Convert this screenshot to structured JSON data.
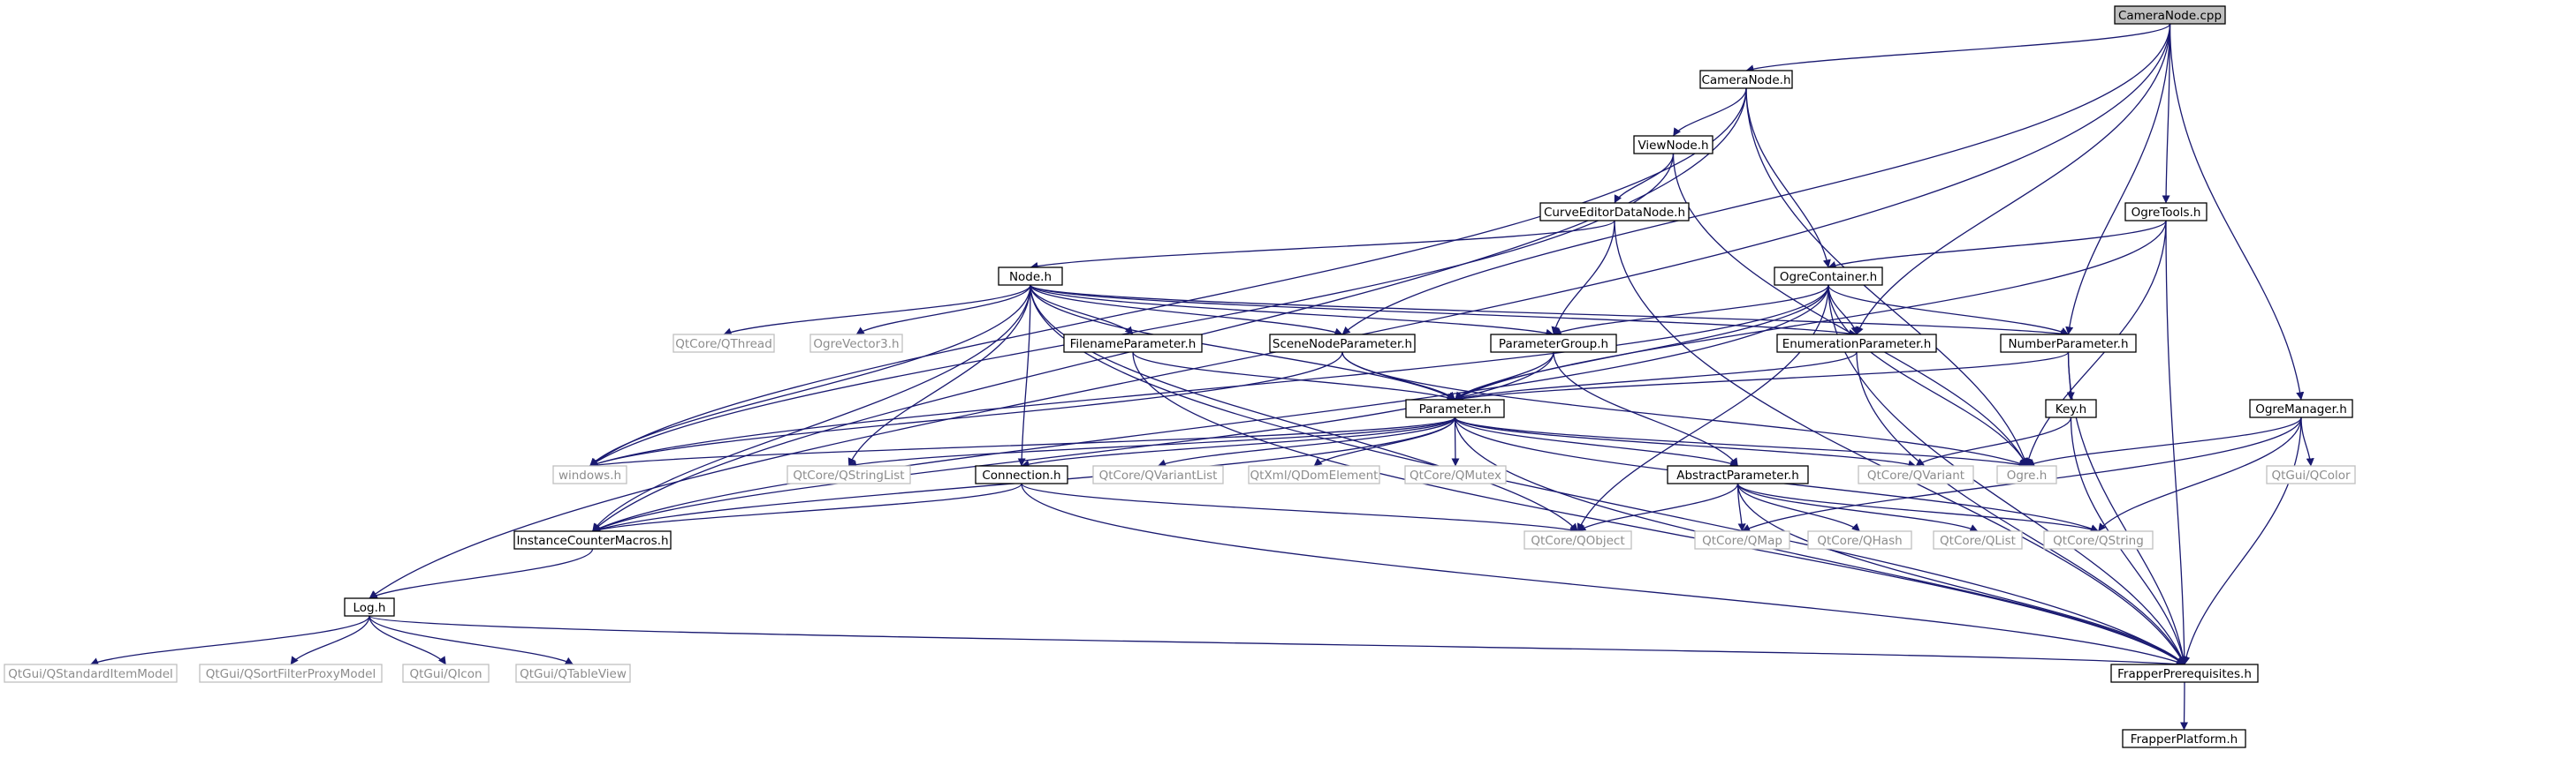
{
  "colors": {
    "edge": "#191970",
    "node_border": "#000000",
    "node_text": "#000000",
    "external_border": "#bfbfbf",
    "external_text": "#8c8c8c",
    "root_fill": "#bfbfbf",
    "node_fill": "#ffffff"
  },
  "nodes": [
    {
      "id": "cameranode_cpp",
      "label": "CameraNode.cpp",
      "kind": "root"
    },
    {
      "id": "cameranode_h",
      "label": "CameraNode.h",
      "kind": "local"
    },
    {
      "id": "viewnode_h",
      "label": "ViewNode.h",
      "kind": "local"
    },
    {
      "id": "curveeditordatanode_h",
      "label": "CurveEditorDataNode.h",
      "kind": "local"
    },
    {
      "id": "ogretools_h",
      "label": "OgreTools.h",
      "kind": "local"
    },
    {
      "id": "node_h",
      "label": "Node.h",
      "kind": "local"
    },
    {
      "id": "ogrecontainer_h",
      "label": "OgreContainer.h",
      "kind": "local"
    },
    {
      "id": "qthread",
      "label": "QtCore/QThread",
      "kind": "external"
    },
    {
      "id": "ogrevector3_h",
      "label": "OgreVector3.h",
      "kind": "external"
    },
    {
      "id": "filenameparameter_h",
      "label": "FilenameParameter.h",
      "kind": "local"
    },
    {
      "id": "scenenodeparameter_h",
      "label": "SceneNodeParameter.h",
      "kind": "local"
    },
    {
      "id": "parametergroup_h",
      "label": "ParameterGroup.h",
      "kind": "local"
    },
    {
      "id": "enumerationparameter_h",
      "label": "EnumerationParameter.h",
      "kind": "local"
    },
    {
      "id": "numberparameter_h",
      "label": "NumberParameter.h",
      "kind": "local"
    },
    {
      "id": "parameter_h",
      "label": "Parameter.h",
      "kind": "local"
    },
    {
      "id": "key_h",
      "label": "Key.h",
      "kind": "local"
    },
    {
      "id": "ogremanager_h",
      "label": "OgreManager.h",
      "kind": "local"
    },
    {
      "id": "windows_h",
      "label": "windows.h",
      "kind": "external"
    },
    {
      "id": "qstringlist",
      "label": "QtCore/QStringList",
      "kind": "external"
    },
    {
      "id": "connection_h",
      "label": "Connection.h",
      "kind": "local"
    },
    {
      "id": "qvariantlist",
      "label": "QtCore/QVariantList",
      "kind": "external"
    },
    {
      "id": "qdomelement",
      "label": "QtXml/QDomElement",
      "kind": "external"
    },
    {
      "id": "qmutex",
      "label": "QtCore/QMutex",
      "kind": "external"
    },
    {
      "id": "abstractparameter_h",
      "label": "AbstractParameter.h",
      "kind": "local"
    },
    {
      "id": "qvariant",
      "label": "QtCore/QVariant",
      "kind": "external"
    },
    {
      "id": "ogre_h",
      "label": "Ogre.h",
      "kind": "external"
    },
    {
      "id": "qcolor",
      "label": "QtGui/QColor",
      "kind": "external"
    },
    {
      "id": "instancecountermacros_h",
      "label": "InstanceCounterMacros.h",
      "kind": "local"
    },
    {
      "id": "qobject",
      "label": "QtCore/QObject",
      "kind": "external"
    },
    {
      "id": "qmap",
      "label": "QtCore/QMap",
      "kind": "external"
    },
    {
      "id": "qhash",
      "label": "QtCore/QHash",
      "kind": "external"
    },
    {
      "id": "qlist",
      "label": "QtCore/QList",
      "kind": "external"
    },
    {
      "id": "qstring",
      "label": "QtCore/QString",
      "kind": "external"
    },
    {
      "id": "log_h",
      "label": "Log.h",
      "kind": "local"
    },
    {
      "id": "qstandarditemmodel",
      "label": "QtGui/QStandardItemModel",
      "kind": "external"
    },
    {
      "id": "qsortfilterproxymodel",
      "label": "QtGui/QSortFilterProxyModel",
      "kind": "external"
    },
    {
      "id": "qicon",
      "label": "QtGui/QIcon",
      "kind": "external"
    },
    {
      "id": "qtableview",
      "label": "QtGui/QTableView",
      "kind": "external"
    },
    {
      "id": "frapperprerequisites_h",
      "label": "FrapperPrerequisites.h",
      "kind": "local"
    },
    {
      "id": "frapperplatform_h",
      "label": "FrapperPlatform.h",
      "kind": "local"
    }
  ],
  "edges": [
    {
      "from": "cameranode_cpp",
      "to": "cameranode_h"
    },
    {
      "from": "cameranode_cpp",
      "to": "log_h"
    },
    {
      "from": "cameranode_cpp",
      "to": "scenenodeparameter_h"
    },
    {
      "from": "cameranode_cpp",
      "to": "ogretools_h"
    },
    {
      "from": "cameranode_cpp",
      "to": "enumerationparameter_h"
    },
    {
      "from": "cameranode_cpp",
      "to": "numberparameter_h"
    },
    {
      "from": "cameranode_cpp",
      "to": "ogremanager_h"
    },
    {
      "from": "cameranode_h",
      "to": "viewnode_h"
    },
    {
      "from": "cameranode_h",
      "to": "ogrecontainer_h"
    },
    {
      "from": "cameranode_h",
      "to": "windows_h"
    },
    {
      "from": "cameranode_h",
      "to": "instancecountermacros_h"
    },
    {
      "from": "cameranode_h",
      "to": "ogre_h"
    },
    {
      "from": "viewnode_h",
      "to": "curveeditordatanode_h"
    },
    {
      "from": "viewnode_h",
      "to": "ogre_h"
    },
    {
      "from": "viewnode_h",
      "to": "windows_h"
    },
    {
      "from": "curveeditordatanode_h",
      "to": "node_h"
    },
    {
      "from": "curveeditordatanode_h",
      "to": "parametergroup_h"
    },
    {
      "from": "curveeditordatanode_h",
      "to": "frapperprerequisites_h"
    },
    {
      "from": "ogretools_h",
      "to": "ogrecontainer_h"
    },
    {
      "from": "ogretools_h",
      "to": "parameter_h"
    },
    {
      "from": "ogretools_h",
      "to": "ogre_h"
    },
    {
      "from": "ogretools_h",
      "to": "frapperprerequisites_h"
    },
    {
      "from": "node_h",
      "to": "qthread"
    },
    {
      "from": "node_h",
      "to": "ogrevector3_h"
    },
    {
      "from": "node_h",
      "to": "filenameparameter_h"
    },
    {
      "from": "node_h",
      "to": "scenenodeparameter_h"
    },
    {
      "from": "node_h",
      "to": "parametergroup_h"
    },
    {
      "from": "node_h",
      "to": "enumerationparameter_h"
    },
    {
      "from": "node_h",
      "to": "numberparameter_h"
    },
    {
      "from": "node_h",
      "to": "parameter_h"
    },
    {
      "from": "node_h",
      "to": "connection_h"
    },
    {
      "from": "node_h",
      "to": "windows_h"
    },
    {
      "from": "node_h",
      "to": "qstringlist"
    },
    {
      "from": "node_h",
      "to": "instancecountermacros_h"
    },
    {
      "from": "node_h",
      "to": "qobject"
    },
    {
      "from": "node_h",
      "to": "frapperprerequisites_h"
    },
    {
      "from": "ogrecontainer_h",
      "to": "parametergroup_h"
    },
    {
      "from": "ogrecontainer_h",
      "to": "numberparameter_h"
    },
    {
      "from": "ogrecontainer_h",
      "to": "enumerationparameter_h"
    },
    {
      "from": "ogrecontainer_h",
      "to": "parameter_h"
    },
    {
      "from": "ogrecontainer_h",
      "to": "windows_h"
    },
    {
      "from": "ogrecontainer_h",
      "to": "instancecountermacros_h"
    },
    {
      "from": "ogrecontainer_h",
      "to": "qobject"
    },
    {
      "from": "ogrecontainer_h",
      "to": "ogre_h"
    },
    {
      "from": "ogrecontainer_h",
      "to": "frapperprerequisites_h"
    },
    {
      "from": "filenameparameter_h",
      "to": "parameter_h"
    },
    {
      "from": "filenameparameter_h",
      "to": "frapperprerequisites_h"
    },
    {
      "from": "scenenodeparameter_h",
      "to": "parameter_h"
    },
    {
      "from": "scenenodeparameter_h",
      "to": "ogre_h"
    },
    {
      "from": "scenenodeparameter_h",
      "to": "windows_h"
    },
    {
      "from": "parametergroup_h",
      "to": "parameter_h"
    },
    {
      "from": "parametergroup_h",
      "to": "abstractparameter_h"
    },
    {
      "from": "parametergroup_h",
      "to": "instancecountermacros_h"
    },
    {
      "from": "enumerationparameter_h",
      "to": "parameter_h"
    },
    {
      "from": "enumerationparameter_h",
      "to": "frapperprerequisites_h"
    },
    {
      "from": "numberparameter_h",
      "to": "parameter_h"
    },
    {
      "from": "numberparameter_h",
      "to": "key_h"
    },
    {
      "from": "numberparameter_h",
      "to": "frapperprerequisites_h"
    },
    {
      "from": "key_h",
      "to": "qvariant"
    },
    {
      "from": "key_h",
      "to": "frapperprerequisites_h"
    },
    {
      "from": "ogremanager_h",
      "to": "ogre_h"
    },
    {
      "from": "ogremanager_h",
      "to": "qcolor"
    },
    {
      "from": "ogremanager_h",
      "to": "qmap"
    },
    {
      "from": "ogremanager_h",
      "to": "qstring"
    },
    {
      "from": "ogremanager_h",
      "to": "frapperprerequisites_h"
    },
    {
      "from": "parameter_h",
      "to": "windows_h"
    },
    {
      "from": "parameter_h",
      "to": "qstringlist"
    },
    {
      "from": "parameter_h",
      "to": "connection_h"
    },
    {
      "from": "parameter_h",
      "to": "qvariantlist"
    },
    {
      "from": "parameter_h",
      "to": "qdomelement"
    },
    {
      "from": "parameter_h",
      "to": "qmutex"
    },
    {
      "from": "parameter_h",
      "to": "abstractparameter_h"
    },
    {
      "from": "parameter_h",
      "to": "qvariant"
    },
    {
      "from": "parameter_h",
      "to": "ogre_h"
    },
    {
      "from": "parameter_h",
      "to": "qstring"
    },
    {
      "from": "parameter_h",
      "to": "instancecountermacros_h"
    },
    {
      "from": "parameter_h",
      "to": "frapperprerequisites_h"
    },
    {
      "from": "connection_h",
      "to": "instancecountermacros_h"
    },
    {
      "from": "connection_h",
      "to": "qobject"
    },
    {
      "from": "connection_h",
      "to": "frapperprerequisites_h"
    },
    {
      "from": "abstractparameter_h",
      "to": "qobject"
    },
    {
      "from": "abstractparameter_h",
      "to": "qmap"
    },
    {
      "from": "abstractparameter_h",
      "to": "qhash"
    },
    {
      "from": "abstractparameter_h",
      "to": "qlist"
    },
    {
      "from": "abstractparameter_h",
      "to": "qstring"
    },
    {
      "from": "abstractparameter_h",
      "to": "frapperprerequisites_h"
    },
    {
      "from": "instancecountermacros_h",
      "to": "log_h"
    },
    {
      "from": "log_h",
      "to": "qstandarditemmodel"
    },
    {
      "from": "log_h",
      "to": "qsortfilterproxymodel"
    },
    {
      "from": "log_h",
      "to": "qicon"
    },
    {
      "from": "log_h",
      "to": "qtableview"
    },
    {
      "from": "log_h",
      "to": "frapperprerequisites_h"
    },
    {
      "from": "frapperprerequisites_h",
      "to": "frapperplatform_h"
    }
  ]
}
